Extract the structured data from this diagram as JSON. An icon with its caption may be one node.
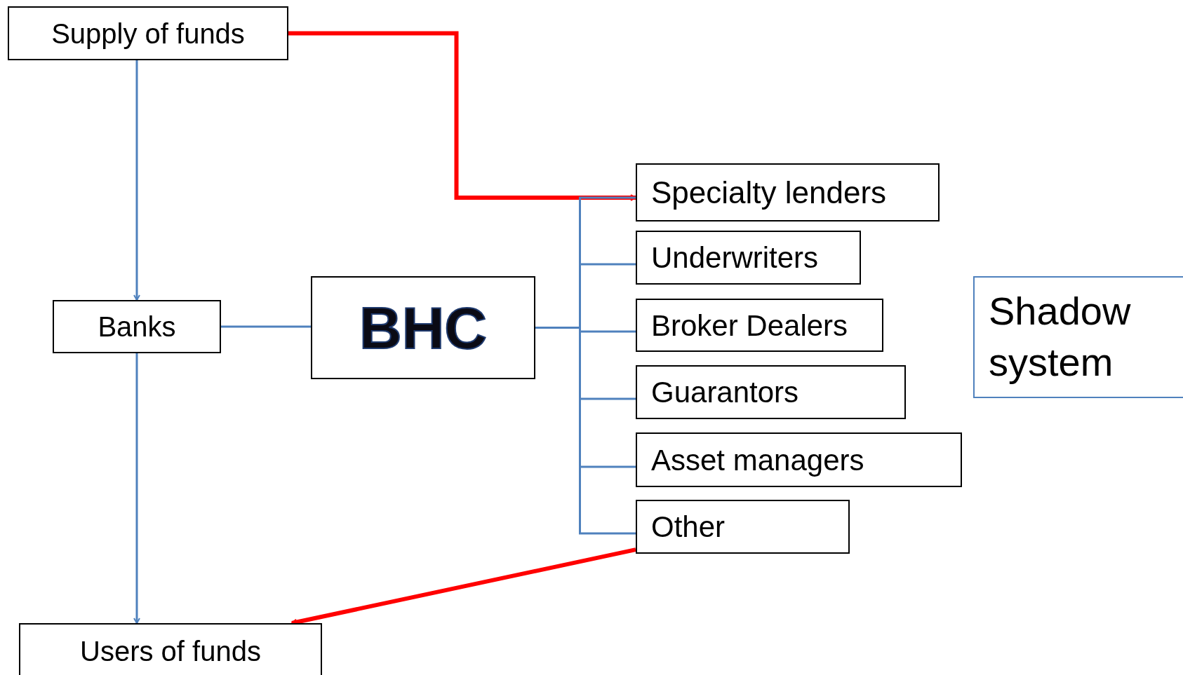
{
  "diagram": {
    "nodes": [
      {
        "text": [
          "Supply of funds"
        ]
      },
      {
        "text": [
          "Banks"
        ]
      },
      {
        "text": [
          "BHC"
        ]
      },
      {
        "text": [
          "Specialty lenders"
        ]
      },
      {
        "text": [
          "Underwriters"
        ]
      },
      {
        "text": [
          "Broker Dealers"
        ]
      },
      {
        "text": [
          "Guarantors"
        ]
      },
      {
        "text": [
          "Asset managers"
        ]
      },
      {
        "text": [
          "Other"
        ]
      },
      {
        "text": [
          "Shadow system"
        ]
      },
      {
        "text": [
          "Users of funds"
        ]
      }
    ],
    "edges": [
      {
        "from": 0,
        "to": 1,
        "arrow": "to"
      },
      {
        "from": 1,
        "to": 10,
        "arrow": "to"
      },
      {
        "from": 0,
        "to": 3,
        "arrow": "to",
        "style": "thick",
        "color": "#ff0000"
      },
      {
        "from": 8,
        "to": 10,
        "arrow": "to",
        "style": "thick",
        "color": "#ff0000"
      },
      {
        "from": 1,
        "to": 2,
        "arrow": "none"
      },
      {
        "from": 2,
        "to": 3,
        "arrow": "none"
      },
      {
        "from": 2,
        "to": 4,
        "arrow": "none"
      },
      {
        "from": 2,
        "to": 5,
        "arrow": "none"
      },
      {
        "from": 2,
        "to": 6,
        "arrow": "none"
      },
      {
        "from": 2,
        "to": 7,
        "arrow": "none"
      },
      {
        "from": 2,
        "to": 8,
        "arrow": "none"
      }
    ]
  }
}
